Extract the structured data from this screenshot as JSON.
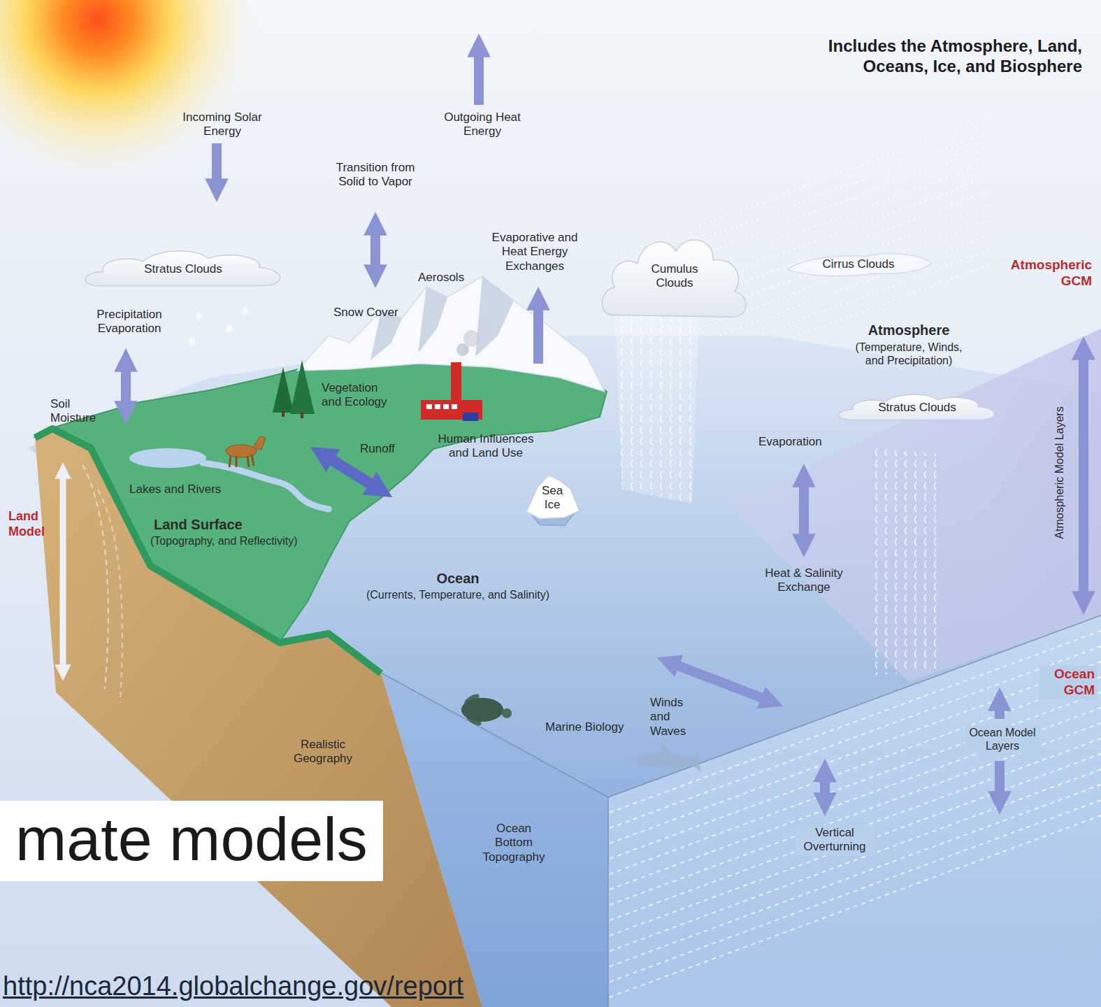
{
  "diagram": {
    "title": "mate models",
    "nodes": [
      {
        "text": [
          "Stratus Clouds"
        ]
      },
      {
        "text": [
          "Cumulus Clouds"
        ]
      },
      {
        "text": [
          "Cirrus Clouds"
        ]
      },
      {
        "text": [
          "Stratus Clouds"
        ]
      },
      {
        "text": [
          "Sea Ice"
        ]
      }
    ],
    "labels": [
      "Incoming Solar Energy",
      "Outgoing Heat Energy",
      "Transition from Solid to Vapor",
      "Includes the Atmosphere, Land, Oceans, Ice, and Biosphere",
      "Evaporative and Heat Energy Exchanges",
      "Aerosols",
      "Atmospheric GCM",
      "Precipitation Evaporation",
      "Snow Cover",
      "Atmosphere",
      "(Temperature, Winds, and Precipitation)",
      "Soil Moisture",
      "Vegetation and Ecology",
      "Atmospheric Model Layers",
      "Runoff",
      "Human Influences and Land Use",
      "Evaporation",
      "Lakes and Rivers",
      "Land Model",
      "Land Surface",
      "(Topography, and Reflectivity)",
      "Heat & Salinity Exchange",
      "Ocean",
      "(Currents, Temperature, and Salinity)",
      "Ocean GCM",
      "Winds and Waves",
      "Marine Biology",
      "Ocean Model Layers",
      "Realistic Geography",
      "Ocean Bottom Topography",
      "Vertical Overturning",
      "http://nca2014.globalchange.gov/report"
    ]
  }
}
